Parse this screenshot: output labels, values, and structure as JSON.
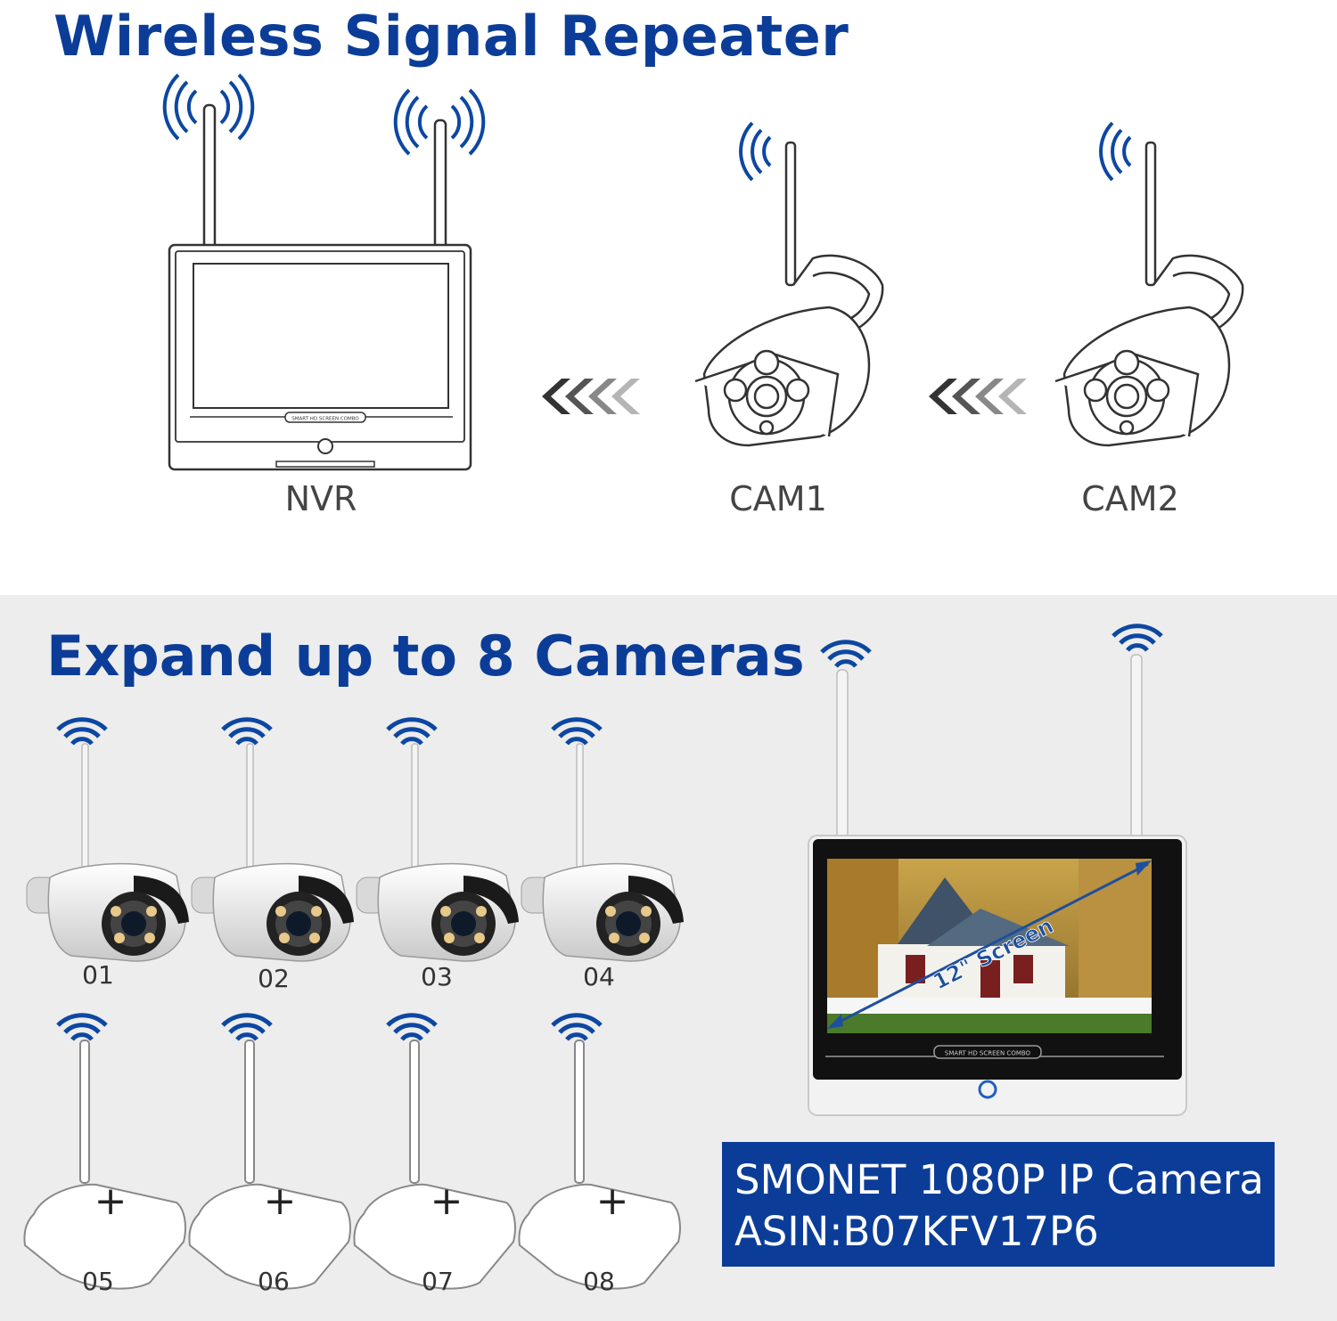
{
  "title_top": "Wireless Signal Repeater",
  "title_bottom": "Expand up to 8 Cameras",
  "repeater_devices": [
    {
      "label": "NVR"
    },
    {
      "label": "CAM1"
    },
    {
      "label": "CAM2"
    }
  ],
  "nvr_brand_text": "SMART HD SCREEN COMBO",
  "monitor_screen_text": "12\" Screen",
  "cameras": [
    {
      "label": "01",
      "status": "installed",
      "brand": "SMONET"
    },
    {
      "label": "02",
      "status": "installed",
      "brand": "SMONET"
    },
    {
      "label": "03",
      "status": "installed",
      "brand": "SMONET"
    },
    {
      "label": "04",
      "status": "installed",
      "brand": "SMONET"
    },
    {
      "label": "05",
      "status": "add-slot"
    },
    {
      "label": "06",
      "status": "add-slot"
    },
    {
      "label": "07",
      "status": "add-slot"
    },
    {
      "label": "08",
      "status": "add-slot"
    }
  ],
  "add_symbol": "+",
  "info_box": {
    "line1": "SMONET 1080P IP Camera",
    "line2": "ASIN:B07KFV17P6"
  },
  "colors": {
    "heading_blue": "#0b3d98",
    "wifi_blue": "#0d47a1",
    "info_box_bg": "#0b3d98",
    "bottom_bg": "#ededed"
  }
}
